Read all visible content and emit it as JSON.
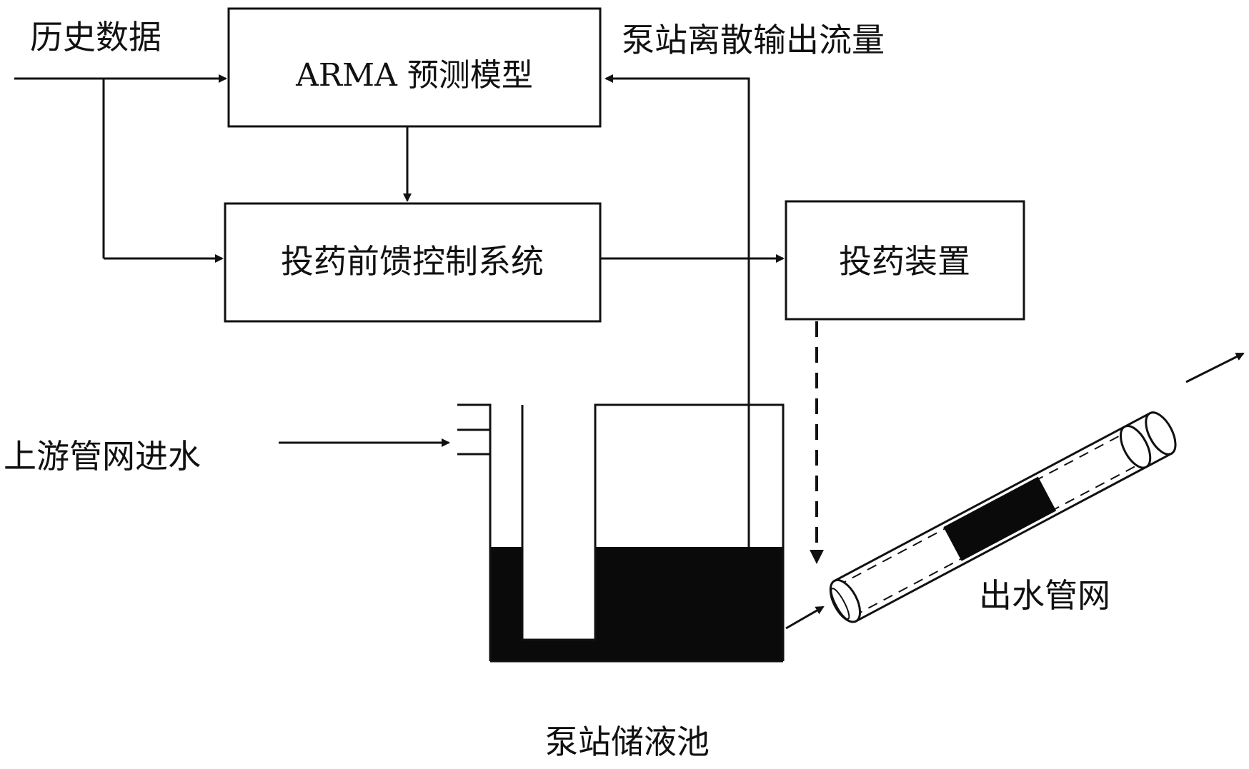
{
  "labels": {
    "history_data": "历史数据",
    "arma_model": "ARMA 预测模型",
    "discrete_flow": "泵站离散输出流量",
    "feedforward_system": "投药前馈控制系统",
    "dosing_device": "投药装置",
    "upstream_inflow": "上游管网进水",
    "outlet_network": "出水管网",
    "storage_tank": "泵站储液池"
  },
  "colors": {
    "stroke": "#111111",
    "liquid": "#0a0a0a",
    "background": "#ffffff"
  }
}
